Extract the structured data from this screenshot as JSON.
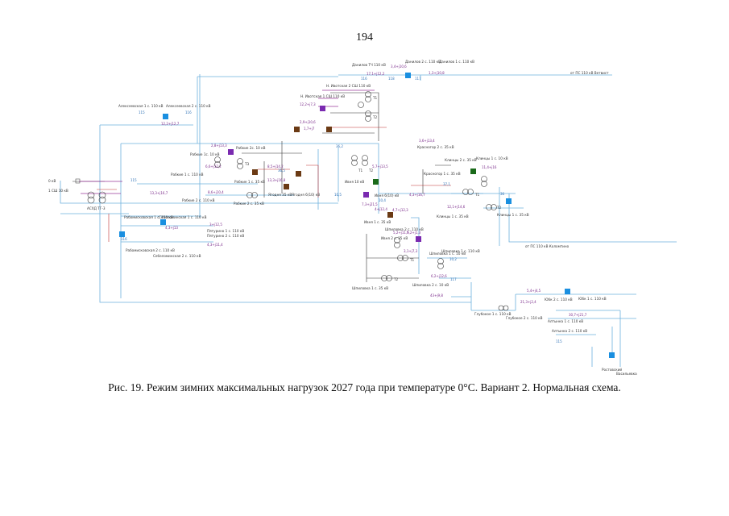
{
  "page": {
    "number": "194"
  },
  "caption": "Рис. 19. Режим зимних максимальных нагрузок 2027 года при температуре 0°С. Вариант 2. Нормальная схема.",
  "scheme": {
    "labels": [
      "Данилов 2 с. 110 кВ",
      "Данилов 1 с. 110 кВ",
      "Данилов ТЧ 110 кВ",
      "от ПС 110 кВ Ветвист",
      "Н. Ивотская 2 СШ 110 кВ",
      "Н. Ивотская 1 СШ 110 кВ",
      "Алексеевская 1 с. 110 кВ",
      "Алексеевская 2 с. 110 кВ",
      "Рабкие 1с. 10 кВ",
      "Рабкие 2с. 10 кВ",
      "Рабкие 1 с. 110 кВ",
      "Рабкие 2 с. 110 кВ",
      "Рабкие 1 с. 35 кВ",
      "Рабкие 2 с. 35 кВ",
      "Ягодня 35 кВ",
      "Ягодня 6(10) кВ",
      "Ивня 10 кВ",
      "Ивня 6(10) кВ",
      "Ивня 2 с. 35 кВ",
      "Ивня 1 с. 35 кВ",
      "Красногор 2 с. 35 кВ",
      "Красногор 1 с. 35 кВ",
      "Клинцы 1 с. 35 кВ",
      "Клинцы 2 с. 35 кВ",
      "Клинцы 1 с. 10 кВ",
      "Клинцы 1 с. 35 кВ",
      "от ПС 110 кВ Коломтино",
      "Себеломинская 1 с. 110 кВ",
      "Себеломинская 2 с. 110 кВ",
      "Рабомисковская 1 с. 110 кВ",
      "Рабомисковская 2 с. 110 кВ",
      "Пятурино 1 с. 110 кВ",
      "Пятурино 2 с. 110 кВ",
      "Шпиловка 1 с. 10 кВ",
      "Шпиловка 2 с. 10 кВ",
      "Шпиловка 1 с. 110 кВ",
      "Шпиловка 2 с. 110 кВ",
      "Шпиловка 1 с. 35 кВ",
      "Глубокое 1 с. 110 кВ",
      "Глубокое 2 с. 110 кВ",
      "Юбк 2 с. 110 кВ",
      "Юбк 1 с. 110 кВ",
      "Алтынка 1 с. 110 кВ",
      "Алтынка 2 с. 110 кВ",
      "Васильевка",
      "Ростовский",
      "АСХД ТГ-3",
      "1 СШ 10 кВ",
      "0 кВ"
    ],
    "flows": [
      "3,4+j10,6",
      "1,3+j10,8",
      "17,1+j12,2",
      "12,2+j12,7",
      "12,2+j7,3",
      "2,9+j10,6",
      "1,7+j7",
      "6,6+j12,2",
      "8,6+j10,4",
      "4,7+j12,3",
      "5,7+j13,5",
      "4,3+j16,7",
      "13,3+j16,7",
      "2,8+j13,3",
      "3+j12,5",
      "4,3+j11,4",
      "4+j12,4",
      "4,3+j13",
      "8,5+j14,2",
      "13,3+j16,8",
      "3,6+j13,4",
      "12,1+j14,6",
      "7,3+j21,5",
      "5,2+j11,5",
      "9,2+j1,3",
      "3,1+j7,3",
      "6,2+j12,6",
      "5,4+j4,5",
      "11,4+j16",
      "43+j9,8",
      "30,7+j21,7",
      "21,3+j2,4"
    ],
    "voltages": [
      "116",
      "118",
      "117",
      "115",
      "116",
      "36,5",
      "10,5",
      "36,2",
      "10,4",
      "37,1",
      "115",
      "116",
      "10,2",
      "117",
      "36",
      "115"
    ],
    "markers": [
      "T1",
      "T2",
      "T3",
      "T1",
      "T2",
      "T1",
      "T2",
      "T1",
      "T2"
    ]
  }
}
